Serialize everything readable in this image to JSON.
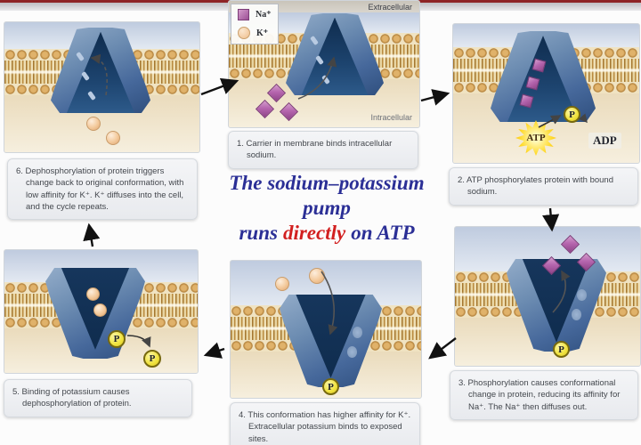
{
  "title": {
    "line1": "The sodium–potassium",
    "line2": "pump",
    "line3_pre": "runs",
    "line3_red": "directly",
    "line3_post": "on ATP"
  },
  "legend": {
    "na_label": "Na⁺",
    "k_label": "K⁺"
  },
  "labels": {
    "extracellular": "Extracellular",
    "intracellular": "Intracellular",
    "atp": "ATP",
    "adp": "ADP",
    "p": "P"
  },
  "steps": [
    {
      "id": 1,
      "text": "1. Carrier in membrane binds intracellular sodium."
    },
    {
      "id": 2,
      "text": "2. ATP phosphorylates protein with bound sodium."
    },
    {
      "id": 3,
      "text": "3. Phosphorylation causes conformational change in protein, reducing its affinity for Na⁺. The Na⁺ then diffuses out."
    },
    {
      "id": 4,
      "text": "4. This conformation has higher affinity for K⁺. Extracellular potassium binds to exposed sites."
    },
    {
      "id": 5,
      "text": "5. Binding of potassium causes dephosphorylation of protein."
    },
    {
      "id": 6,
      "text": "6. Dephosphorylation of protein triggers change back to original conformation, with low affinity for K⁺. K⁺ diffuses into the cell, and the cycle repeats."
    }
  ],
  "colors": {
    "title_blue": "#2b2f96",
    "highlight_red": "#d21f1f",
    "sodium_purple": "#b565ae",
    "potassium_tan": "#f3c99b",
    "phosphate_yellow": "#f0e23c",
    "atp_yellow": "#ffd928",
    "membrane_gold": "#c8924a",
    "protein_blue": "#46689b"
  }
}
